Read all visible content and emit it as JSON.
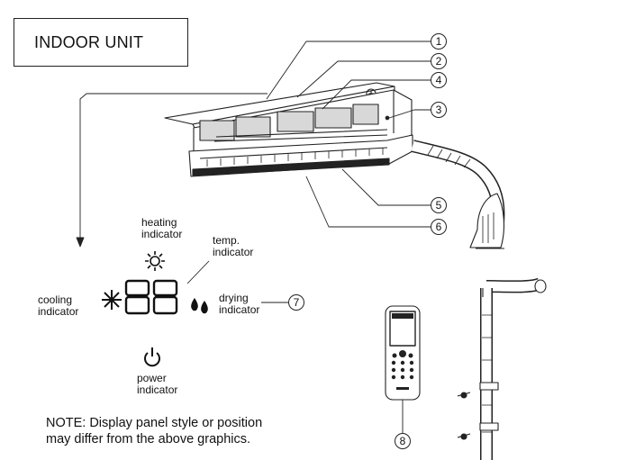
{
  "title": "INDOOR UNIT",
  "labels": {
    "heating": [
      "heating",
      "indicator"
    ],
    "temp": [
      "temp.",
      "indicator"
    ],
    "cooling": [
      "cooling",
      "indicator"
    ],
    "drying": [
      "drying",
      "indicator"
    ],
    "power": [
      "power",
      "indicator"
    ]
  },
  "callouts": [
    "1",
    "2",
    "3",
    "4",
    "5",
    "6",
    "7",
    "8"
  ],
  "display_digits": "88",
  "note": [
    "NOTE: Display panel style or position",
    "may differ from the above graphics."
  ],
  "icons": {
    "heating": "sun-icon",
    "cooling": "snowflake-icon",
    "drying": "water-drops-icon",
    "power": "power-icon"
  }
}
